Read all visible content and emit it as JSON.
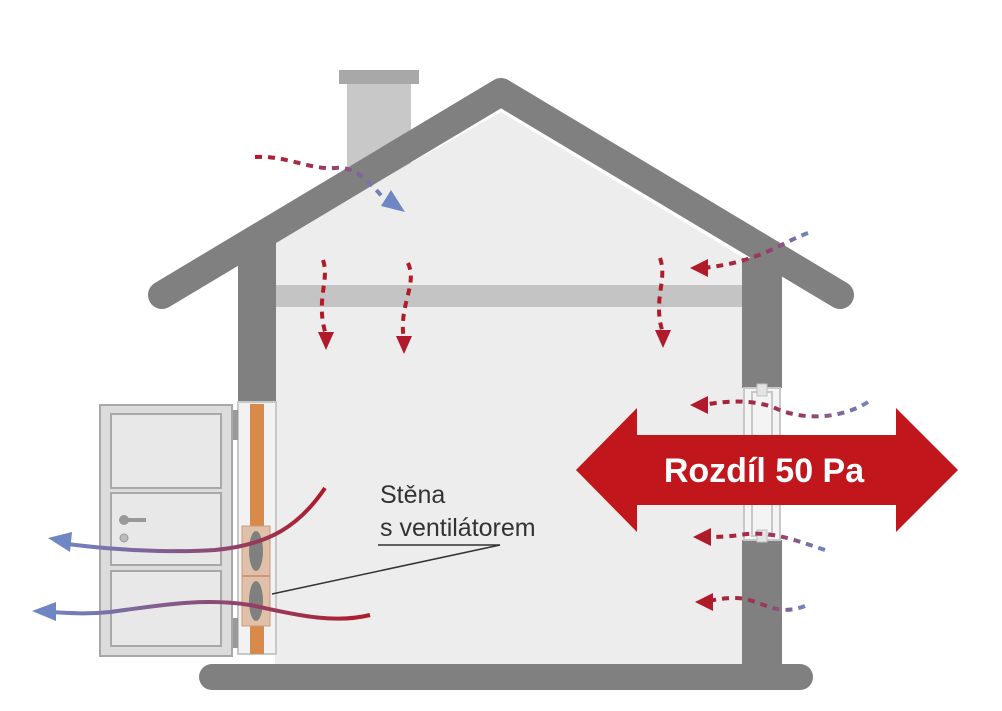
{
  "annotation": {
    "line1": "Stěna",
    "line2": "s ventilátorem"
  },
  "pressure": {
    "label": "Rozdíl 50 Pa"
  },
  "colors": {
    "wall": "#808080",
    "interior": "#ededed",
    "ceiling_beam": "#c4c4c4",
    "chimney": "#c8c8c8",
    "door": "#dcdcdc",
    "pressure_arrow": "#c0161c",
    "air_warm": "#b01a2a",
    "air_cold": "#6f86c4",
    "fan_frame": "#e0c0a8",
    "fan_pipe": "#d88a4a"
  }
}
